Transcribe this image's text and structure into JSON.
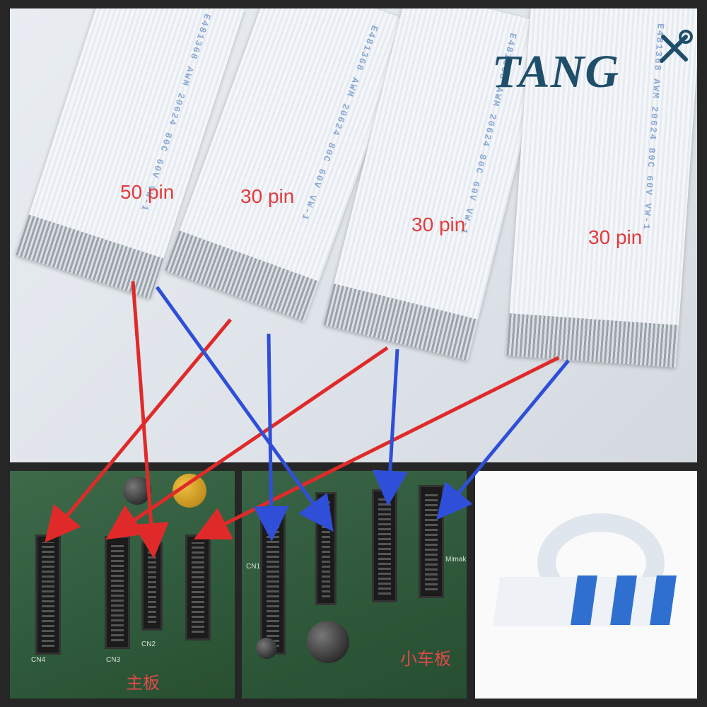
{
  "logo": {
    "text": "TANG",
    "icon": "wrench-screwdriver-icon"
  },
  "cables": [
    {
      "pin_value": "50",
      "pin_unit": "pin"
    },
    {
      "pin_value": "30",
      "pin_unit": "pin"
    },
    {
      "pin_value": "30",
      "pin_unit": "pin"
    },
    {
      "pin_value": "30",
      "pin_unit": "pin"
    }
  ],
  "cable_print": "E481368 AWM 20624 80C 60V VW-1",
  "boards": {
    "main_label": "主板",
    "sub_label": "小车板",
    "silk_main": [
      "CN4",
      "CN3",
      "CN2"
    ],
    "silk_sub": [
      "CN1",
      "Mimaki"
    ]
  },
  "colors": {
    "red_arrow": "#e02a2a",
    "blue_arrow": "#2f4fd8"
  }
}
